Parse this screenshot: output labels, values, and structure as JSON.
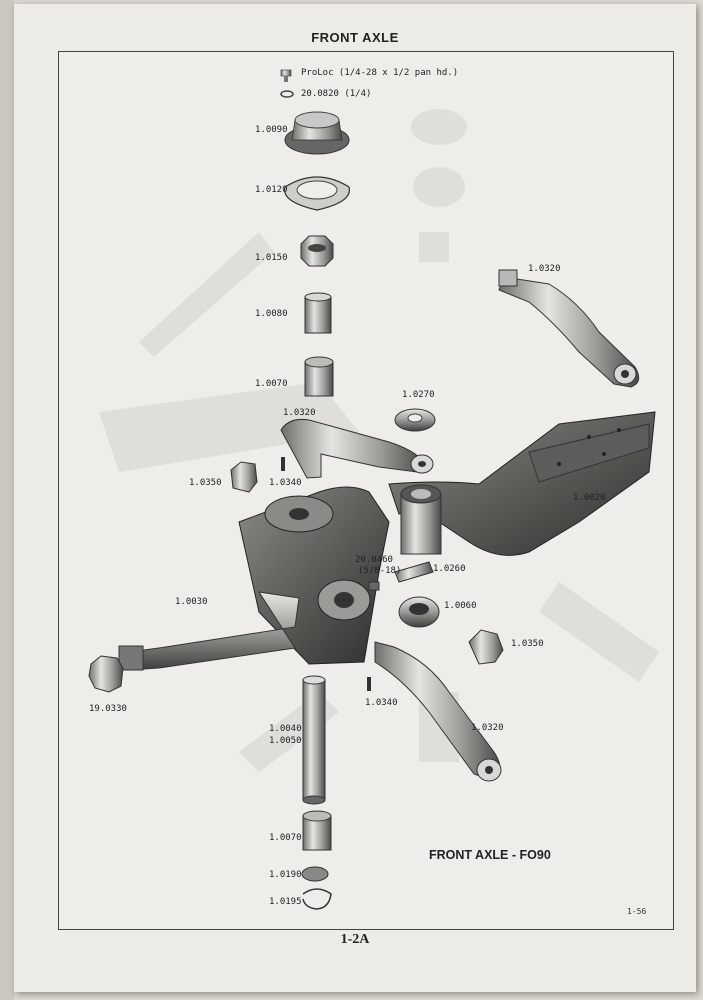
{
  "page": {
    "header": "FRONT AXLE",
    "footer": "1-2A",
    "caption": "FRONT AXLE - FO90",
    "page_ref": "1-56"
  },
  "labels": {
    "proloc": "ProLoc (1/4-28 x 1/2 pan hd.)",
    "p200820": "20.0820 (1/4)",
    "p10090": "1.0090",
    "p10120": "1.0120",
    "p10150": "1.0150",
    "p10080": "1.0080",
    "p10070_top": "1.0070",
    "p10320_right": "1.0320",
    "p10270": "1.0270",
    "p10320_mid": "1.0320",
    "p10350_left": "1.0350",
    "p10340_left": "1.0340",
    "p10020": "1.0020",
    "p200460": "20.0460",
    "p200460_size": "(5/8-18)",
    "p10260": "1.0260",
    "p10030": "1.0030",
    "p10060": "1.0060",
    "p10350_right": "1.0350",
    "p190330": "19.0330",
    "p10340_low": "1.0340",
    "p10040": "1.0040",
    "p10050": "1.0050",
    "p10320_low": "1.0320",
    "p10070_low": "1.0070",
    "p10190": "1.0190",
    "p10195": "1.0195"
  },
  "colors": {
    "paper": "#ecebe6",
    "frame": "#444444",
    "part_dark": "#4a4a48",
    "part_mid": "#8a8a86",
    "part_light": "#d8d8d4"
  }
}
